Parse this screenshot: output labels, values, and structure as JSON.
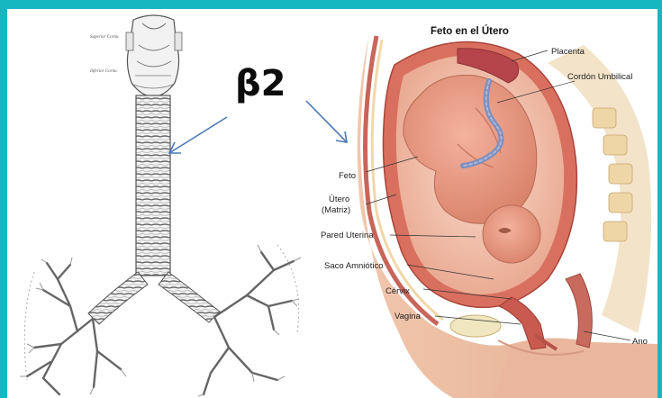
{
  "colors": {
    "frame": "#17b7c2",
    "panel": "#ffffff",
    "arrow": "#4a78b8",
    "uterus_tissue": "#d9705f",
    "fetus_skin": "#e8957e",
    "amniotic": "#f7d7c6"
  },
  "left_figure": {
    "icon": "trachea-bronchial-tree-illustration",
    "larynx_notes": [
      "Superior Cornu",
      "Inferior Cornu"
    ]
  },
  "beta_label": "β2",
  "right_figure": {
    "icon": "pregnant-uterus-cross-section-illustration",
    "title": "Feto en el Útero",
    "labels": {
      "placenta": "Placenta",
      "cordon": "Cordón Umbilical",
      "feto": "Feto",
      "utero_line1": "Útero",
      "utero_line2": "(Matriz)",
      "pared": "Pared Uterina",
      "saco": "Saco Amniótico",
      "cervix": "Cérvix",
      "vagina": "Vagina",
      "ano": "Ano"
    }
  }
}
